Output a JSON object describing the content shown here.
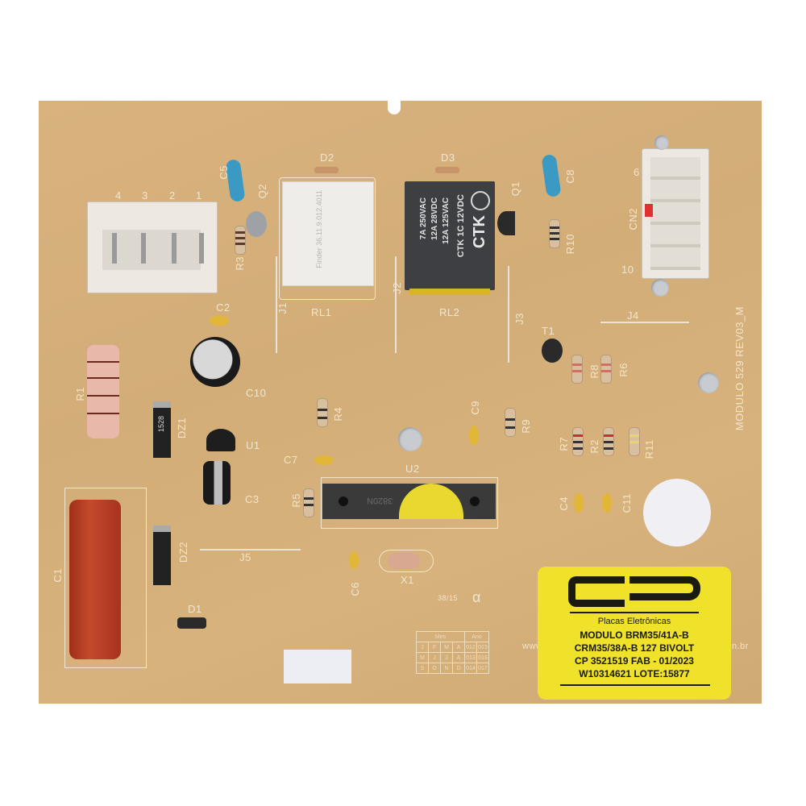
{
  "board": {
    "module_silk": "MODULO 529 REV03_M",
    "date_code": "38/15",
    "alpha_mark": "α",
    "website_partial": "www",
    "website_tail": "n.br",
    "date_grid": {
      "header_month": "Mes",
      "header_year": "Ano",
      "rows": [
        [
          "J",
          "F",
          "M",
          "A",
          "012",
          "015"
        ],
        [
          "M",
          "J",
          "J",
          "A",
          "013",
          "016"
        ],
        [
          "S",
          "O",
          "N",
          "D",
          "014",
          "017"
        ]
      ]
    }
  },
  "connectors": {
    "cn1_pins": [
      "4",
      "3",
      "2",
      "1"
    ],
    "cn2_label": "CN2",
    "cn2_pin_top": "6",
    "cn2_pin_bottom": "10"
  },
  "relays": {
    "rl1": {
      "label": "RL1",
      "text": "Finder 36.11.9.012.4011"
    },
    "rl2": {
      "label": "RL2",
      "brand": "CTK",
      "model": "CTK 1C 12VDC",
      "ratings": [
        "12A 125VAC",
        "12A 28VDC",
        "7A 250VAC"
      ]
    }
  },
  "ic": {
    "label": "U2",
    "marking": "3820N"
  },
  "components": {
    "resistors": [
      "R1",
      "R2",
      "R3",
      "R4",
      "R5",
      "R6",
      "R7",
      "R8",
      "R9",
      "R10",
      "R11"
    ],
    "capacitors": [
      "C1",
      "C2",
      "C3",
      "C4",
      "C5",
      "C6",
      "C7",
      "C8",
      "C9",
      "C10",
      "C11"
    ],
    "diodes": [
      "D1",
      "D2",
      "D3",
      "DZ1",
      "DZ2"
    ],
    "transistors": [
      "Q1",
      "Q2",
      "T1",
      "U1"
    ],
    "jumpers": [
      "J1",
      "J2",
      "J3",
      "J4",
      "J5"
    ],
    "crystal": "X1",
    "dz1_marking": "1528"
  },
  "sticker": {
    "logo": "CP",
    "subtitle": "Placas Eletrônicas",
    "line1": "MODULO BRM35/41A-B",
    "line2": "CRM35/38A-B 127  BIVOLT",
    "line3": "CP 3521519 FAB - 01/2023",
    "line4": "W10314621 LOTE:15877"
  },
  "colors": {
    "pcb": "#d6b07b",
    "silkscreen": "#f1e6cf",
    "sticker": "#f0e22a",
    "c1_capacitor": "#b83a22",
    "blue_caps": "#3a9ac4"
  }
}
